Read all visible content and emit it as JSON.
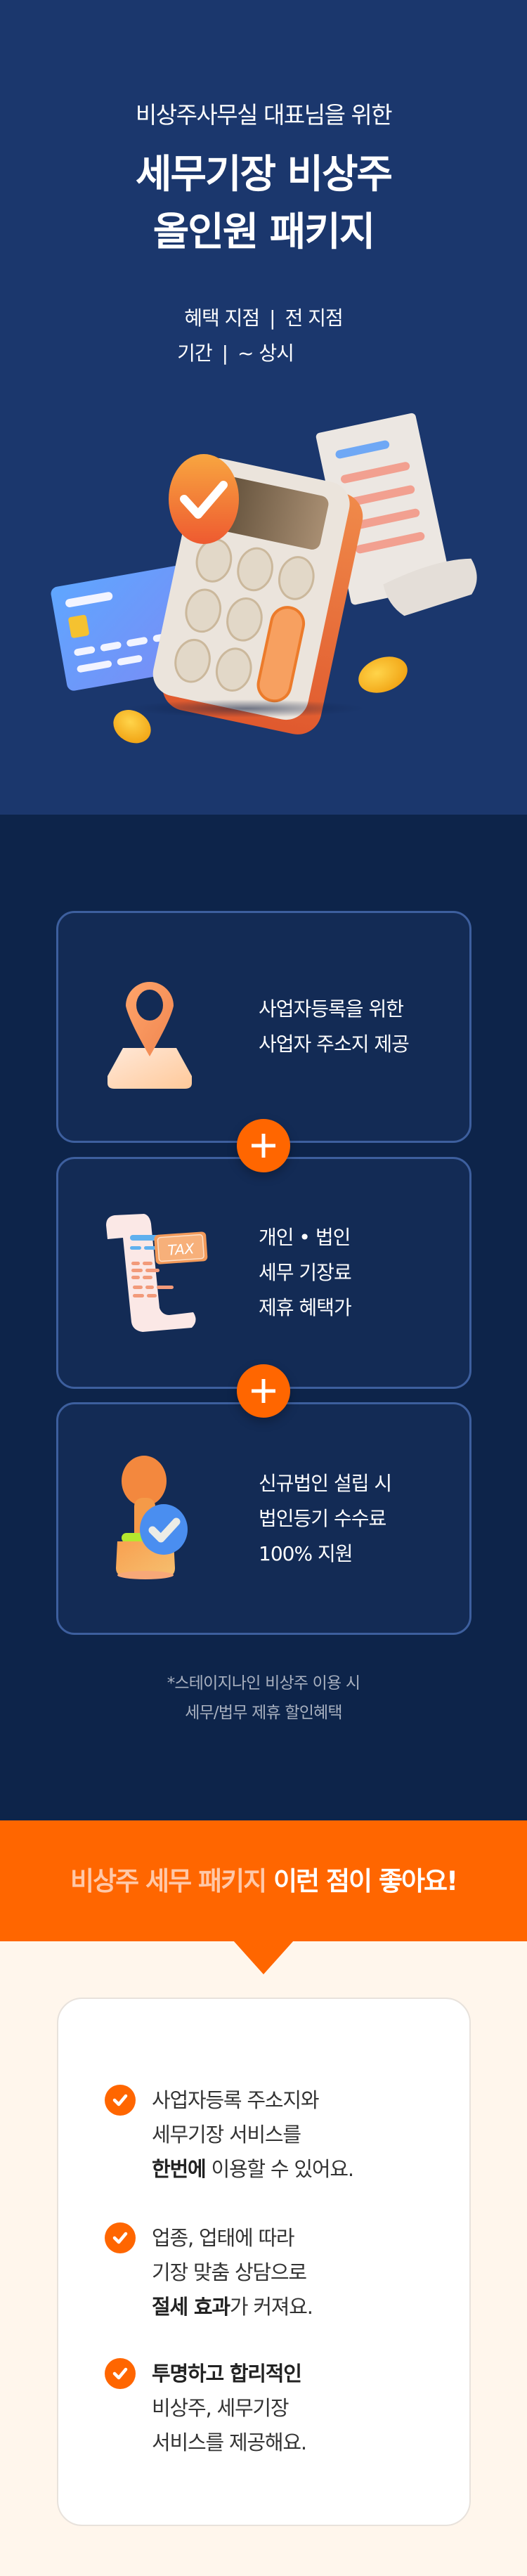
{
  "hero": {
    "subtitle": "비상주사무실 대표님을 위한",
    "title_line1": "세무기장 비상주",
    "title_line2": "올인원 패키지",
    "meta": [
      {
        "label": "혜택 지점",
        "separator": "|",
        "value": "전 지점"
      },
      {
        "label": "기간",
        "separator": "|",
        "value": "~ 상시"
      }
    ],
    "illustration": {
      "items": [
        "calculator",
        "check-badge",
        "credit-card",
        "receipt",
        "coin",
        "coin"
      ]
    }
  },
  "package": {
    "cards": [
      {
        "icon": "location-pin-icon",
        "lines": [
          "사업자등록을 위한",
          "사업자 주소지 제공"
        ]
      },
      {
        "icon": "tax-receipt-icon",
        "lines": [
          "개인 • 법인",
          "세무 기장료",
          "제휴 혜택가"
        ]
      },
      {
        "icon": "stamp-check-icon",
        "lines": [
          "신규법인 설립 시",
          "법인등기 수수료",
          "100% 지원"
        ]
      }
    ],
    "connector_icon": "plus-icon",
    "note_lines": [
      "*스테이지나인 비상주 이용 시",
      "세무/법무 제휴 할인혜택"
    ]
  },
  "benefits_banner": {
    "title_highlight": "비상주 세무 패키지",
    "title_rest": " 이런 점이 좋아요!"
  },
  "benefits": [
    {
      "icon": "check-circle-icon",
      "lines": [
        {
          "text": "사업자등록 주소지와"
        },
        {
          "text": "세무기장 서비스를"
        },
        {
          "bold": "한번에",
          "text": " 이용할 수 있어요."
        }
      ]
    },
    {
      "icon": "check-circle-icon",
      "lines": [
        {
          "text": "업종, 업태에 따라"
        },
        {
          "text": "기장 맞춤 상담으로"
        },
        {
          "bold": "절세 효과",
          "text": "가 커져요."
        }
      ]
    },
    {
      "icon": "check-circle-icon",
      "lines": [
        {
          "bold": "투명하고 합리적인",
          "text": ""
        },
        {
          "text": "비상주, 세무기장"
        },
        {
          "text": "서비스를 제공해요."
        }
      ]
    }
  ],
  "colors": {
    "hero_bg": "#1b376d",
    "dark_bg": "#0d244a",
    "card_bg": "#132b55",
    "card_border": "#3d5f9e",
    "accent_orange": "#ff6600",
    "cream_bg": "#fff6ec",
    "note_text": "#a8b0bf"
  }
}
